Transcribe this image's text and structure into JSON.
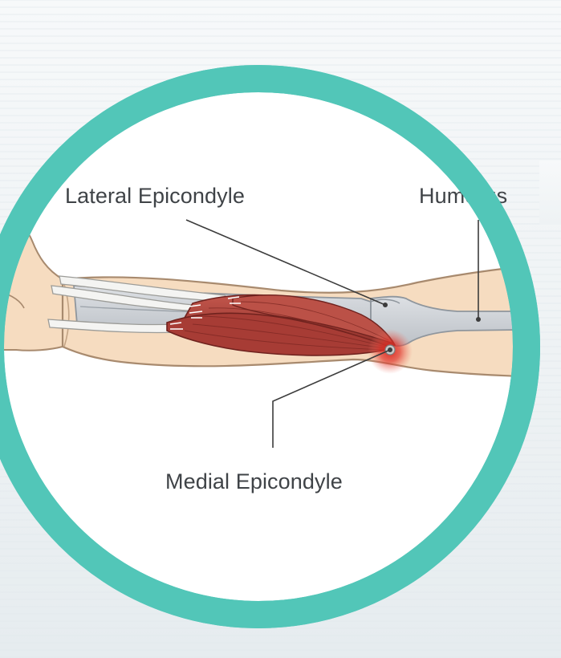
{
  "labels": {
    "lateral_epicondyle": "Lateral Epicondyle",
    "humerus": "Humerus",
    "medial_epicondyle": "Medial Epicondyle"
  },
  "colors": {
    "ring": "#52c6b8",
    "skin": "#f6dcc0",
    "skin_outline": "#a88a6e",
    "bone": "#cfd3d8",
    "bone_outline": "#8f969d",
    "muscle": "#b5453d",
    "muscle_dark": "#8c2d28",
    "tendon": "#f4f4f2",
    "inflammation": "#e0352b",
    "leader_line": "#3c3c3c",
    "label_text": "#3f4347"
  },
  "icons": [
    "arm-anatomy-illustration",
    "inflammation-spot"
  ]
}
